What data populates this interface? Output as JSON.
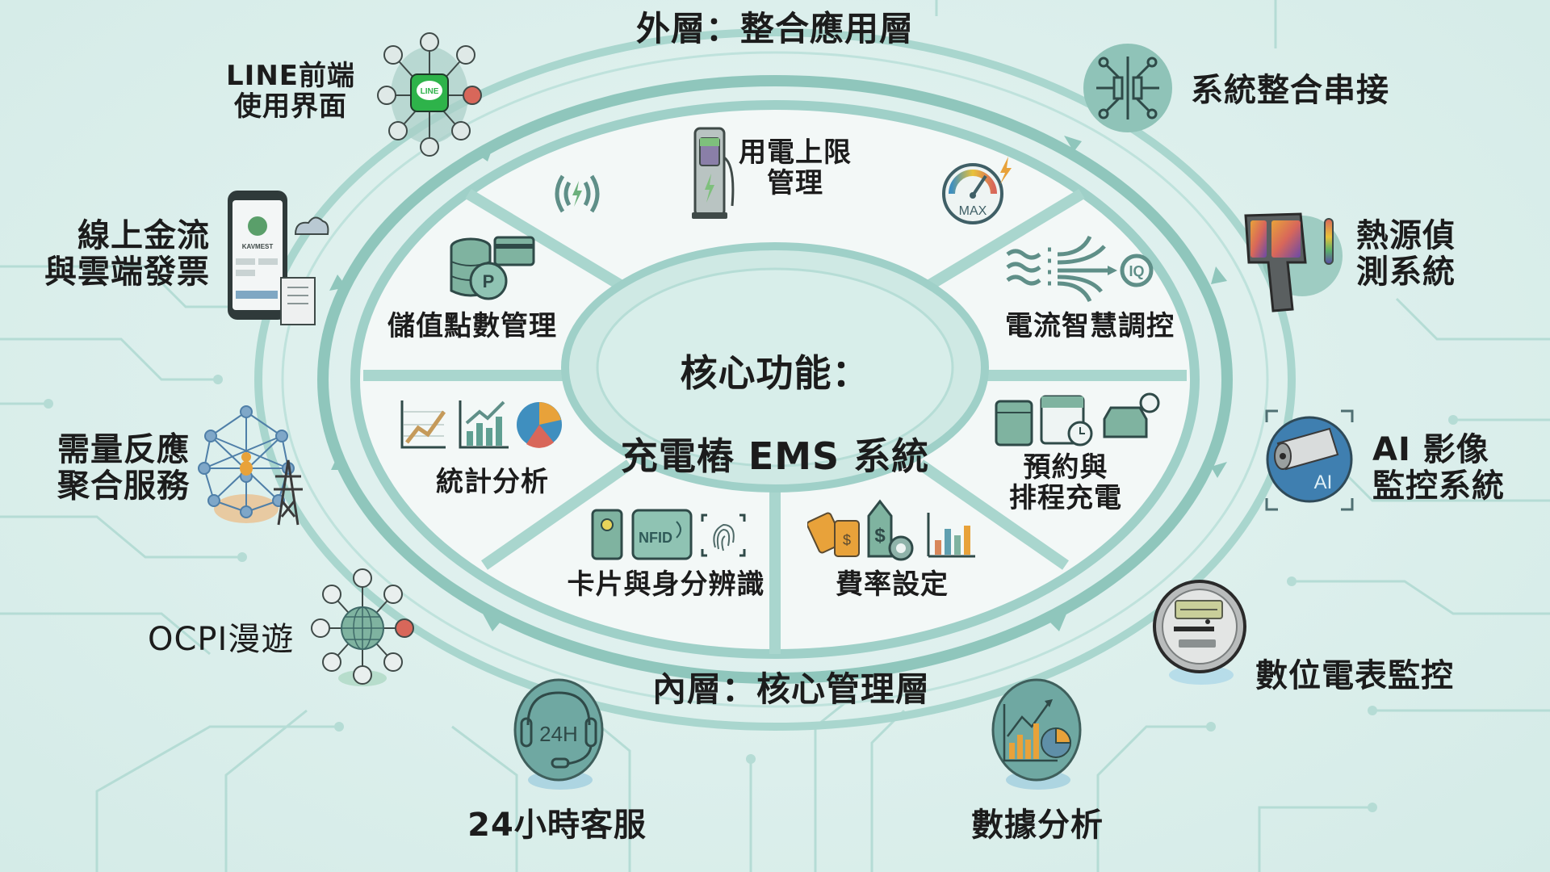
{
  "diagram": {
    "title_outer_layer": "外層：整合應用層",
    "title_inner_layer": "內層：核心管理層",
    "center": {
      "line1": "核心功能：",
      "line2": "充電樁 EMS 系統"
    },
    "colors": {
      "background": "#dcefec",
      "ring": "#9fd0c8",
      "ring_dark": "#7fbdb3",
      "segment_fill": "#f3f8f7",
      "icon_teal": "#5f9f92",
      "text": "#1c1c1c",
      "accent_orange": "#e8a23a",
      "accent_red": "#d8675a",
      "accent_blue": "#3f7fb0",
      "line_green": "#2eb34a"
    },
    "inner_segments": [
      {
        "id": "power-cap",
        "label": "用電上限\n管理",
        "icons": [
          "wireless-charging-icon",
          "charging-station-icon",
          "max-gauge-icon"
        ]
      },
      {
        "id": "current-control",
        "label": "電流智慧調控",
        "icons": [
          "current-flow-icon",
          "iq-icon"
        ]
      },
      {
        "id": "schedule",
        "label": "預約與\n排程充電",
        "icons": [
          "calendar-icon",
          "calendar-clock-icon",
          "car-clock-icon"
        ]
      },
      {
        "id": "rate-setting",
        "label": "費率設定",
        "icons": [
          "price-tags-icon",
          "price-tag-gear-icon",
          "bar-chart-icon"
        ]
      },
      {
        "id": "card-id",
        "label": "卡片與身分辨識",
        "icons": [
          "id-card-icon",
          "nfid-card-icon",
          "fingerprint-icon"
        ]
      },
      {
        "id": "statistics",
        "label": "統計分析",
        "icons": [
          "line-chart-icon",
          "bar-trend-icon",
          "pie-chart-icon"
        ]
      },
      {
        "id": "points",
        "label": "儲值點數管理",
        "icons": [
          "coin-stack-icon",
          "credit-card-icon",
          "points-coin-icon"
        ]
      }
    ],
    "inner_icon_texts": {
      "max_gauge": "MAX",
      "iq": "IQ",
      "nfid": "NFID",
      "points": "P"
    },
    "outer_modules": [
      {
        "id": "line-frontend",
        "label": "LINE前端\n使用界面",
        "icon": "line-network-icon",
        "icon_text": "LINE"
      },
      {
        "id": "system-integration",
        "label": "系統整合串接",
        "icon": "connector-icon"
      },
      {
        "id": "online-payment",
        "label": "線上金流\n與雲端發票",
        "icon": "phone-payment-icon",
        "icon_text": "KAVMEST"
      },
      {
        "id": "thermal-detection",
        "label": "熱源偵\n測系統",
        "icon": "thermal-camera-icon"
      },
      {
        "id": "demand-response",
        "label": "需量反應\n聚合服務",
        "icon": "grid-network-icon"
      },
      {
        "id": "ai-video",
        "label": "AI 影像\n監控系統",
        "icon": "ai-camera-icon",
        "icon_text": "AI"
      },
      {
        "id": "ocpi-roaming",
        "label": "OCPI漫遊",
        "icon": "globe-network-icon"
      },
      {
        "id": "digital-meter",
        "label": "數位電表監控",
        "icon": "smart-meter-icon"
      },
      {
        "id": "support-24h",
        "label": "24小時客服",
        "icon": "headset-24h-icon",
        "icon_text": "24H"
      },
      {
        "id": "data-analysis",
        "label": "數據分析",
        "icon": "analytics-icon"
      }
    ]
  }
}
